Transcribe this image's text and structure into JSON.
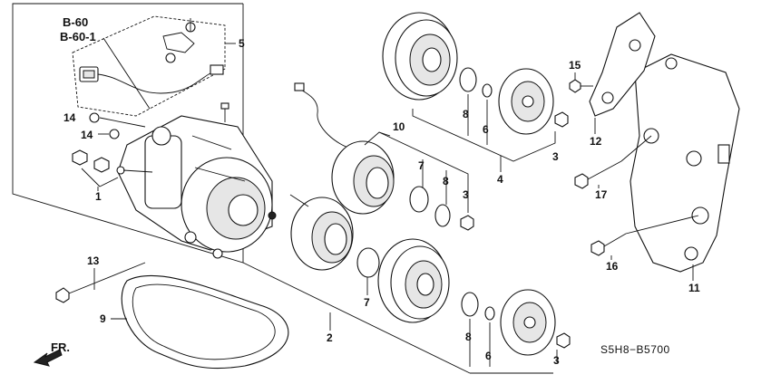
{
  "references": {
    "ref_b60": "B-60",
    "ref_b601": "B-60-1"
  },
  "callouts": {
    "c1": "1",
    "c2": "2",
    "c3a": "3",
    "c3b": "3",
    "c3c": "3",
    "c4": "4",
    "c5": "5",
    "c6a": "6",
    "c6b": "6",
    "c7a": "7",
    "c7b": "7",
    "c8a": "8",
    "c8b": "8",
    "c8c": "8",
    "c9": "9",
    "c10": "10",
    "c11": "11",
    "c12": "12",
    "c13": "13",
    "c14a": "14",
    "c14b": "14",
    "c15": "15",
    "c16": "16",
    "c17": "17"
  },
  "direction_label": "FR.",
  "diagram_code": "S5H8−B5700"
}
